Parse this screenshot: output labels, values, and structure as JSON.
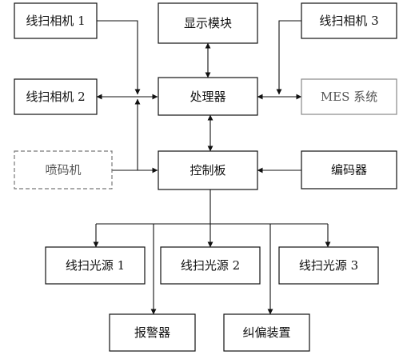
{
  "nodes": {
    "camera1": "线扫相机 1",
    "display": "显示模块",
    "camera3": "线扫相机 3",
    "camera2": "线扫相机 2",
    "processor": "处理器",
    "mes": "MES 系统",
    "inkjet": "喷码机",
    "control": "控制板",
    "encoder": "编码器",
    "light1": "线扫光源 1",
    "light2": "线扫光源 2",
    "light3": "线扫光源 3",
    "alarm": "报警器",
    "corrector": "纠偏装置"
  }
}
